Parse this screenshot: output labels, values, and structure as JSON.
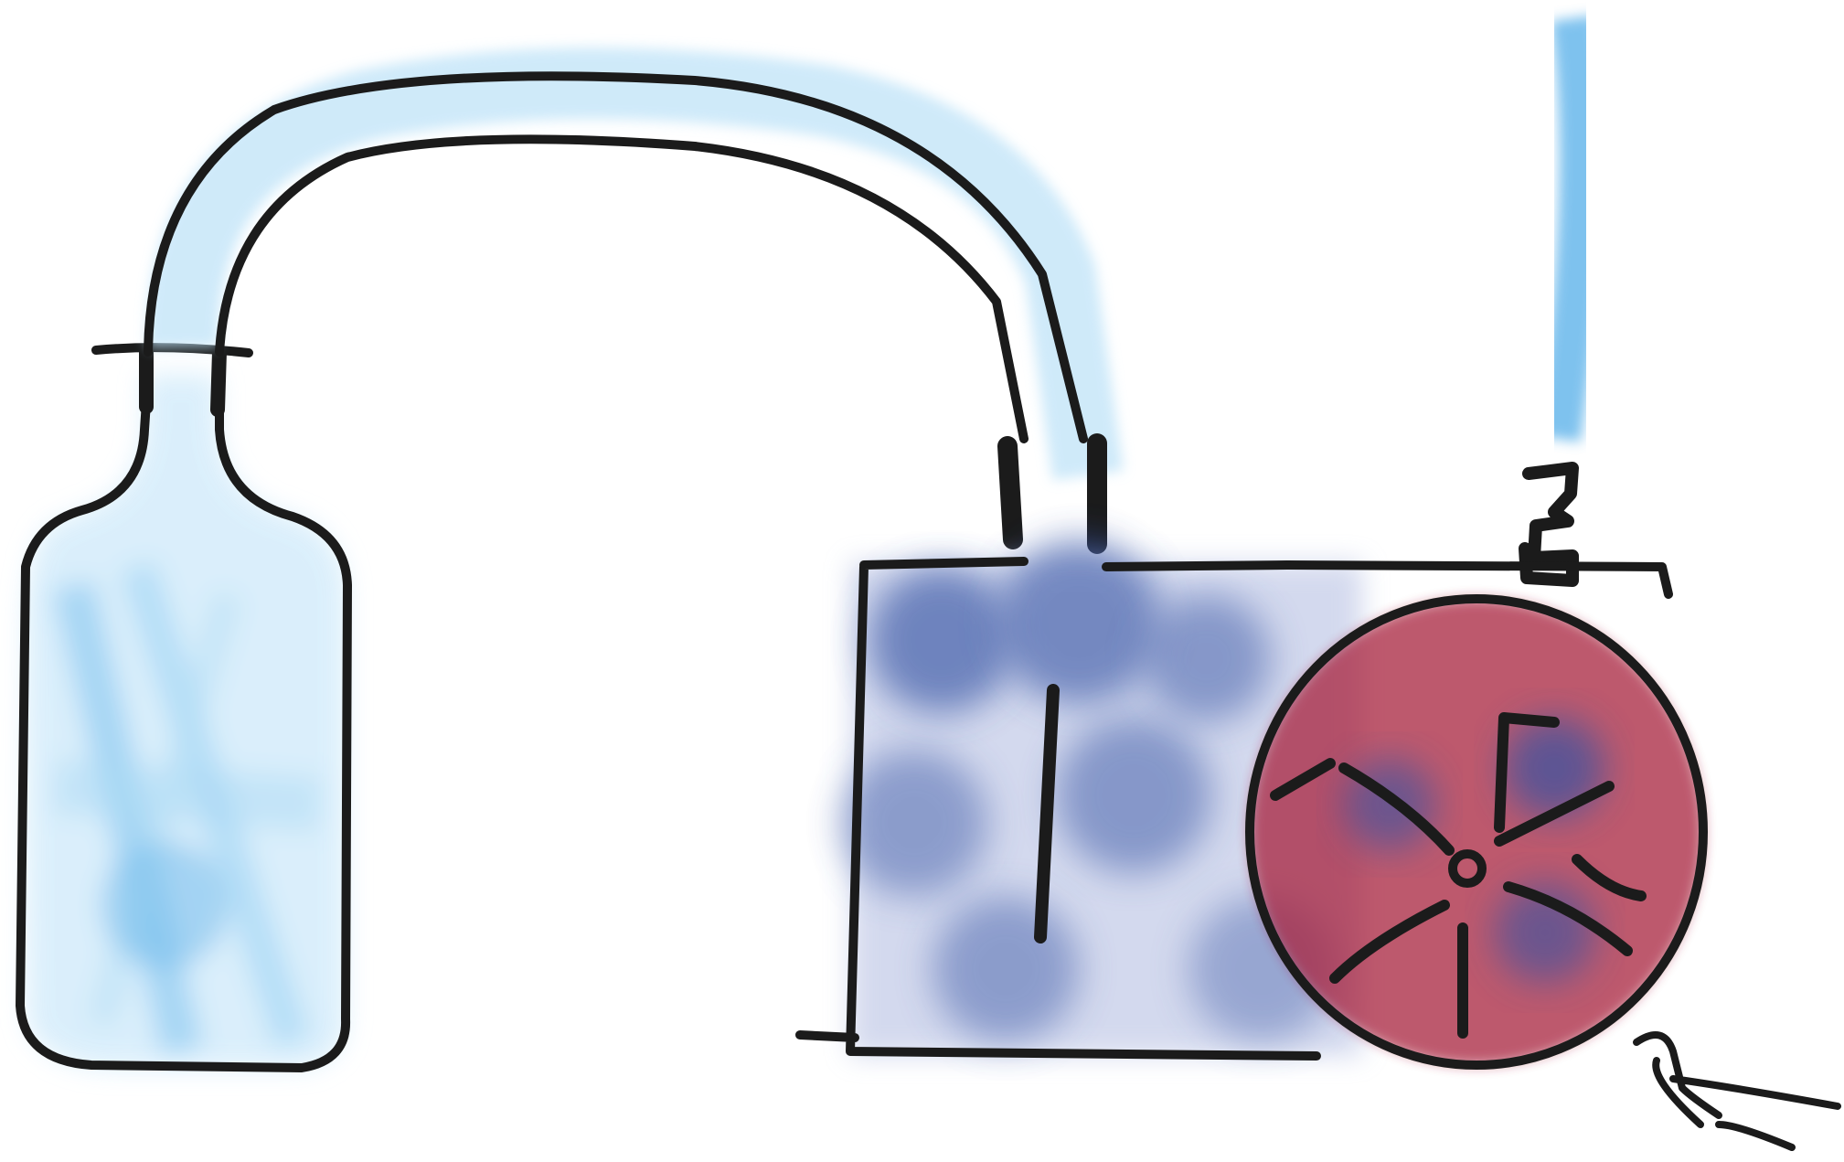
{
  "diagram": {
    "style": "hand-drawn marker sketch",
    "components": [
      {
        "id": "bottle",
        "icon": "bottle-icon"
      },
      {
        "id": "hose",
        "icon": "hose-icon"
      },
      {
        "id": "tank",
        "icon": "tank-icon"
      },
      {
        "id": "fan",
        "icon": "fan-icon"
      },
      {
        "id": "valve",
        "icon": "valve-icon"
      },
      {
        "id": "power-cord",
        "icon": "cord-icon"
      }
    ],
    "connections": [
      {
        "from": "bottle",
        "to": "tank",
        "via": "hose"
      }
    ],
    "colors": {
      "ink": "#1b1b1b",
      "light_blue": "#5fb3ea",
      "dark_blue": "#2f4a9a",
      "red": "#a8243c"
    }
  }
}
